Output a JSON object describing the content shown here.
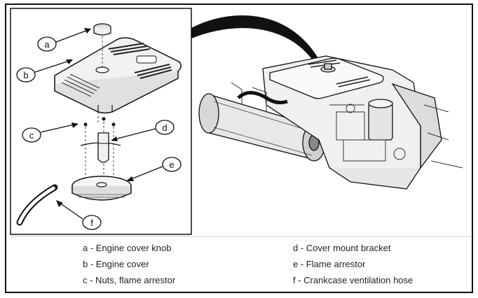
{
  "callouts": {
    "a": "a",
    "b": "b",
    "c": "c",
    "d": "d",
    "e": "e",
    "f": "f"
  },
  "legend": {
    "a": "a - Engine cover knob",
    "b": "b - Engine cover",
    "c": "c - Nuts, flame arrestor",
    "d": "d - Cover mount bracket",
    "e": "e - Flame arrestor",
    "f": "f - Crankcase ventilation hose"
  }
}
